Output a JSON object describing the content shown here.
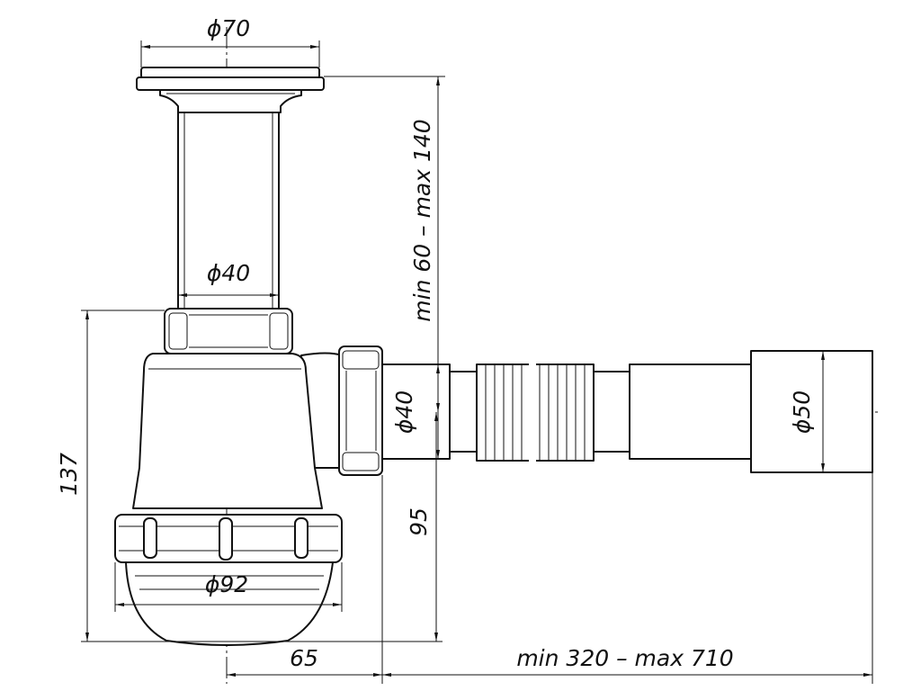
{
  "title": "Bottle trap with corrugated outlet pipe — dimensional drawing",
  "dimensions": {
    "grate_diameter": "ϕ70",
    "tube_diameter": "ϕ40",
    "tube_height": "min 60 – max 140",
    "outlet_diameter": "ϕ40",
    "end_pipe_diameter": "ϕ50",
    "total_height": "137",
    "outlet_height": "95",
    "bowl_diameter": "ϕ92",
    "outlet_offset": "65",
    "pipe_length": "min 320 – max 710"
  },
  "colors": {
    "line": "#111111",
    "background": "#ffffff"
  }
}
